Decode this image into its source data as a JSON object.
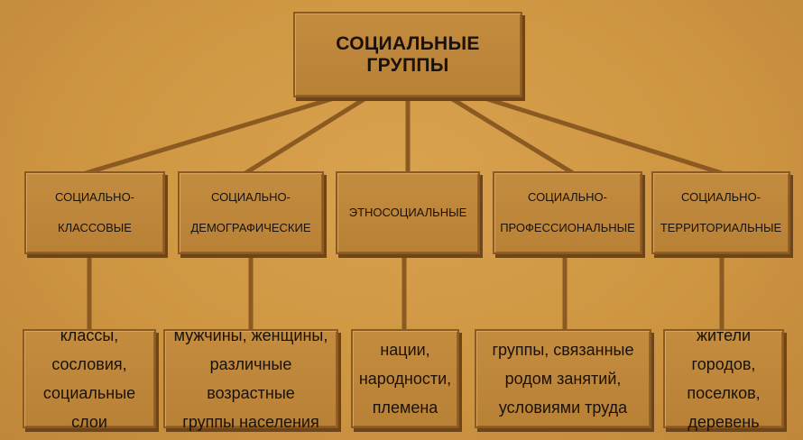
{
  "root": {
    "label": "СОЦИАЛЬНЫЕ ГРУППЫ"
  },
  "categories": [
    {
      "label": "СОЦИАЛЬНО-\nКЛАССОВЫЕ"
    },
    {
      "label": "СОЦИАЛЬНО-\nДЕМОГРАФИЧЕСКИЕ"
    },
    {
      "label": "ЭТНОСОЦИАЛЬНЫЕ"
    },
    {
      "label": "СОЦИАЛЬНО-\nПРОФЕССИОНАЛЬНЫЕ"
    },
    {
      "label": "СОЦИАЛЬНО-\nТЕРРИТОРИАЛЬНЫЕ"
    }
  ],
  "examples": [
    {
      "label": "классы,\nсословия,\nсоциальные слои"
    },
    {
      "label": "мужчины, женщины,\nразличные возрастные\nгруппы населения"
    },
    {
      "label": "нации,\nнародности,\nплемена"
    },
    {
      "label": "группы, связанные\nродом занятий,\nусловиями труда"
    },
    {
      "label": "жители городов,\nпоселков,\nдеревень"
    }
  ]
}
